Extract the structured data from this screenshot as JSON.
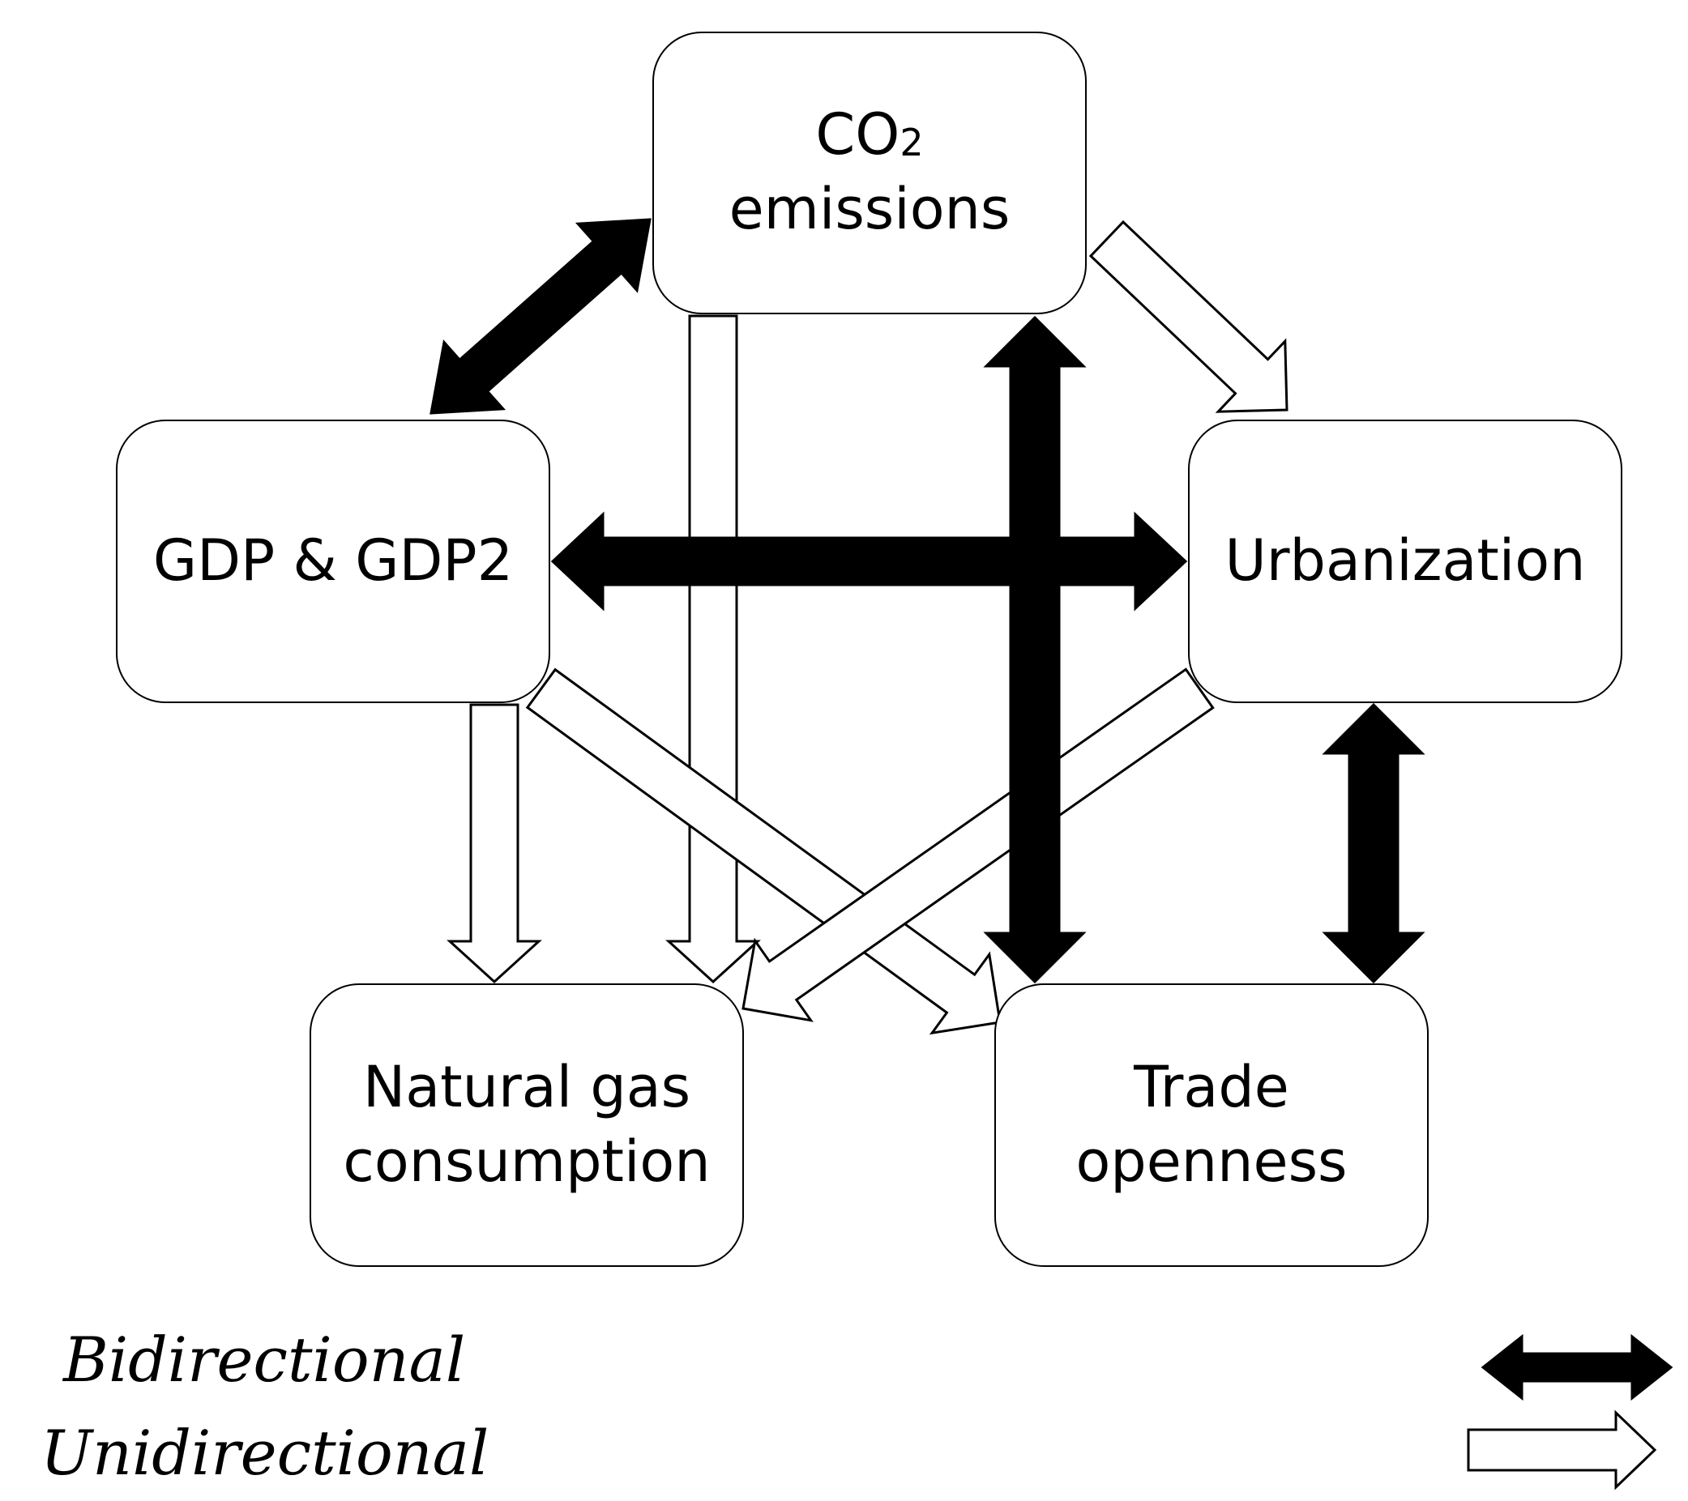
{
  "nodes": {
    "co2": {
      "line1_main": "CO",
      "line1_sub": "2",
      "line2": "emissions"
    },
    "gdp": {
      "line1": "GDP & GDP2"
    },
    "urbanization": {
      "line1": "Urbanization"
    },
    "natural_gas": {
      "line1": "Natural gas",
      "line2": "consumption"
    },
    "trade": {
      "line1": "Trade",
      "line2": "openness"
    }
  },
  "edges": [
    {
      "from": "CO2 emissions",
      "to": "GDP & GDP2",
      "type": "bidirectional"
    },
    {
      "from": "CO2 emissions",
      "to": "Trade openness",
      "type": "bidirectional"
    },
    {
      "from": "GDP & GDP2",
      "to": "Urbanization",
      "type": "bidirectional"
    },
    {
      "from": "Urbanization",
      "to": "Trade openness",
      "type": "bidirectional"
    },
    {
      "from": "CO2 emissions",
      "to": "Urbanization",
      "type": "unidirectional"
    },
    {
      "from": "CO2 emissions",
      "to": "Natural gas consumption",
      "type": "unidirectional"
    },
    {
      "from": "GDP & GDP2",
      "to": "Natural gas consumption",
      "type": "unidirectional"
    },
    {
      "from": "GDP & GDP2",
      "to": "Trade openness",
      "type": "unidirectional"
    },
    {
      "from": "Urbanization",
      "to": "Natural gas consumption",
      "type": "unidirectional"
    }
  ],
  "legend": {
    "bidirectional": "Bidirectional",
    "unidirectional": "Unidirectional"
  },
  "colors": {
    "bidirectional_fill": "#000000",
    "unidirectional_fill": "#ffffff",
    "stroke": "#000000"
  }
}
